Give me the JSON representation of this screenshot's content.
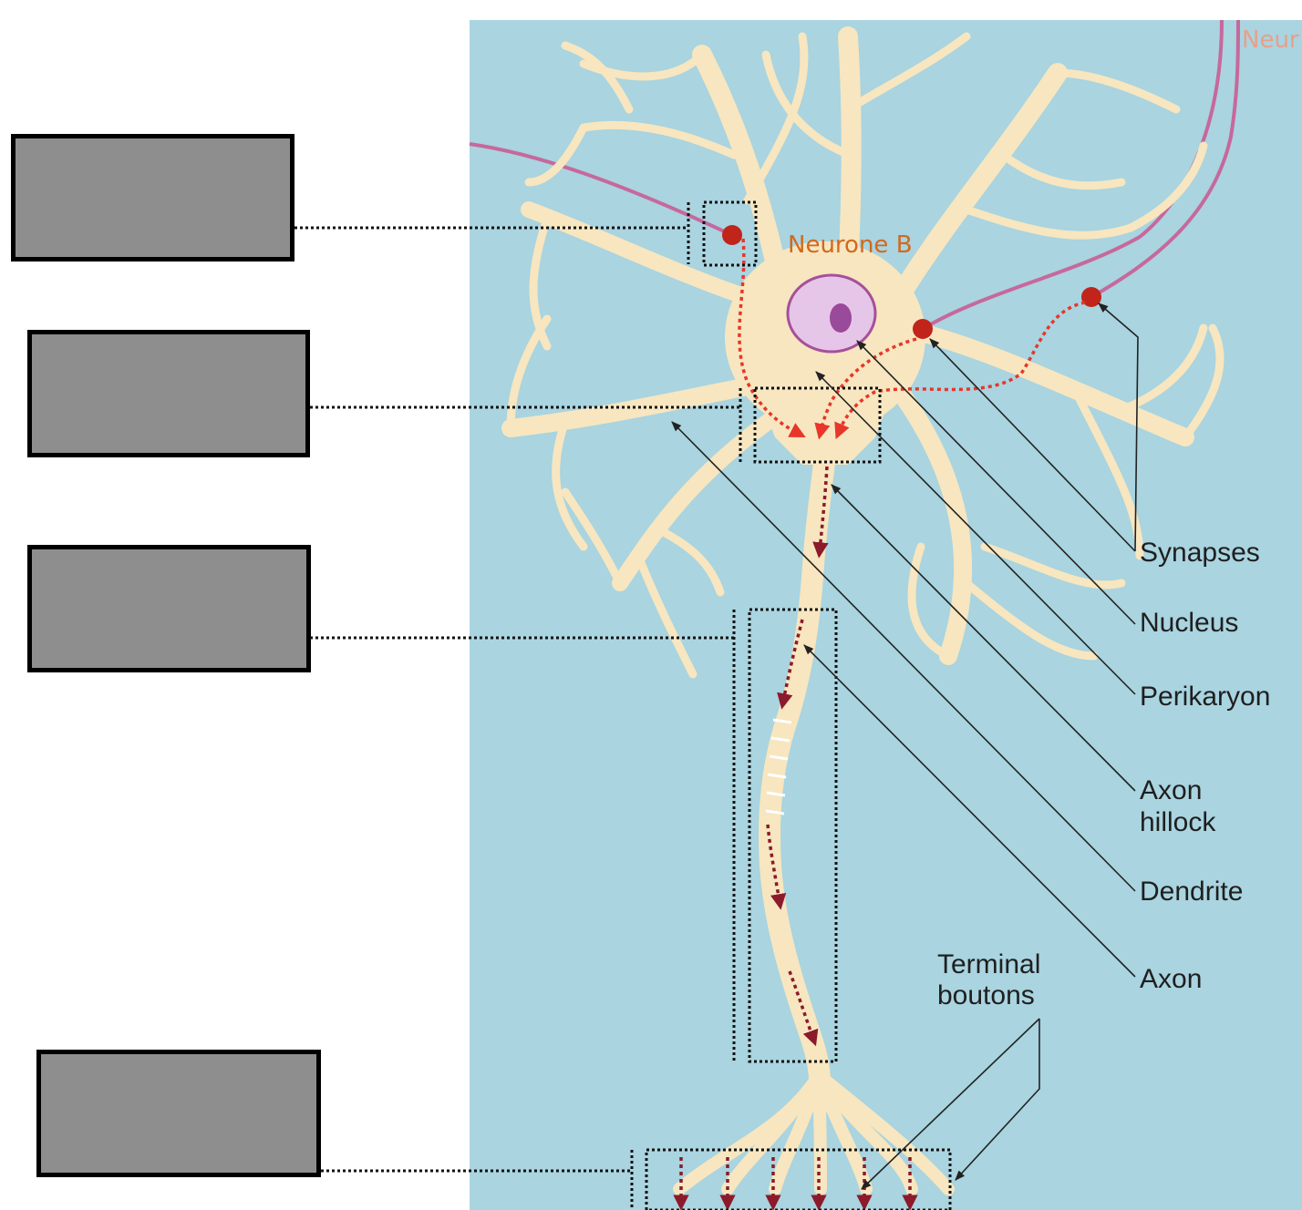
{
  "diagram": {
    "neuron_b_label": "Neurone B",
    "neuron_a_label_partial": "Neur",
    "callouts": {
      "synapses": "Synapses",
      "nucleus": "Nucleus",
      "perikaryon": "Perikaryon",
      "axon_hillock_line1": "Axon",
      "axon_hillock_line2": "hillock",
      "dendrite": "Dendrite",
      "axon": "Axon",
      "terminal_boutons_line1": "Terminal",
      "terminal_boutons_line2": "boutons"
    },
    "answer_boxes": [
      "",
      "",
      "",
      ""
    ],
    "colors": {
      "background": "#a9d4e0",
      "neuron": "#f7e6bf",
      "input_axon": "#c7689c",
      "synapse_dot": "#c0241a",
      "signal_arrow": "#e8362a",
      "axon_arrow": "#8b1a2b",
      "answer_box": "#8e8e8e"
    }
  }
}
